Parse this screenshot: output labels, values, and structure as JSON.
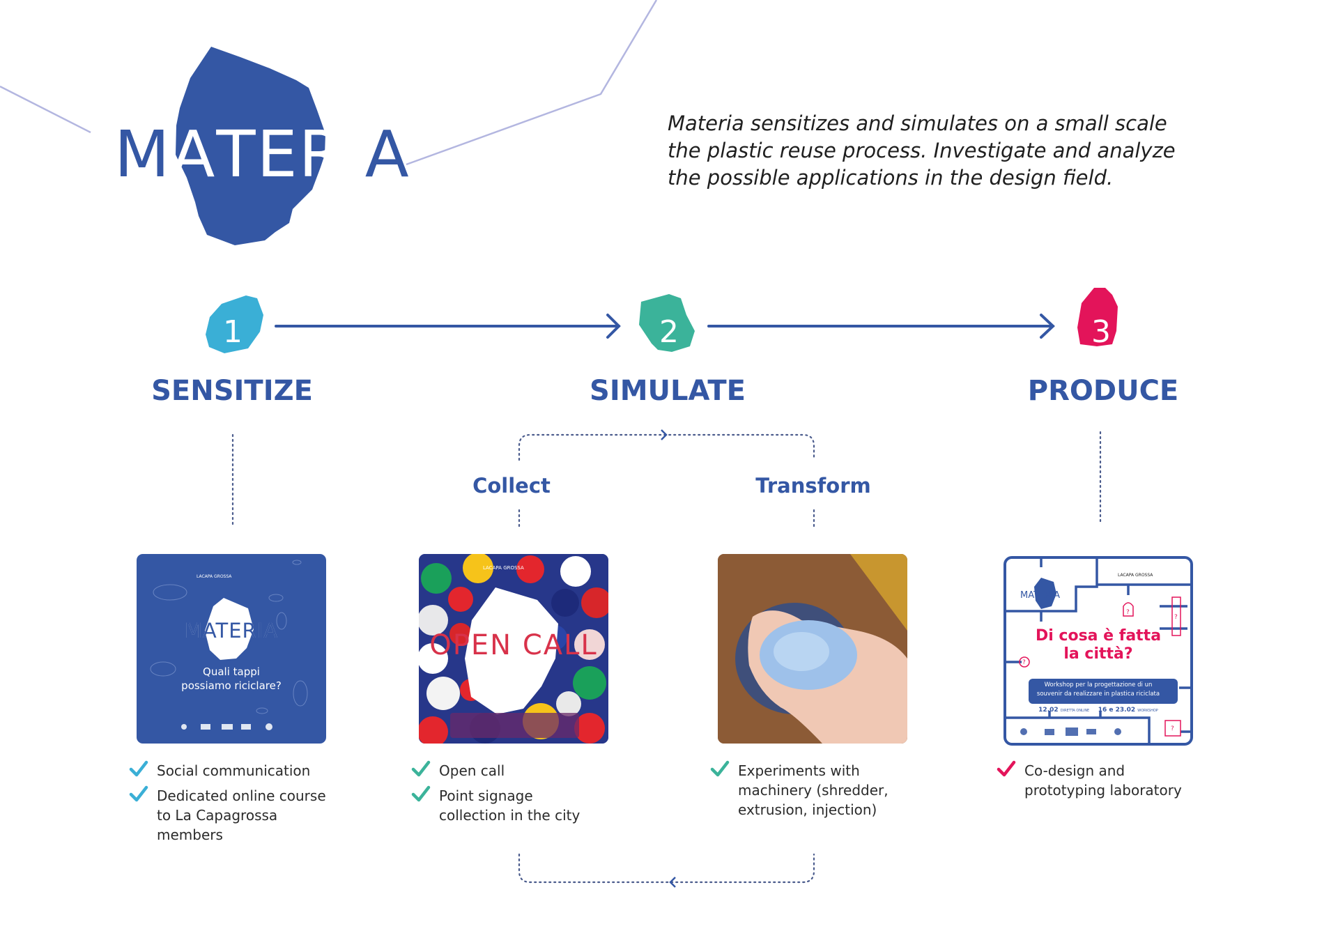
{
  "colors": {
    "brand_blue": "#3457a4",
    "accent_cyan": "#3aafd6",
    "accent_teal": "#3bb39a",
    "accent_pink": "#e3145a",
    "decor_line": "#b3b6e0",
    "text_dark": "#1f1f1f"
  },
  "logo": {
    "text": "MATERIA"
  },
  "tagline": "Materia sensitizes and simulates on a small scale the plastic reuse process. Investigate and analyze the possible applications in the design field.",
  "steps": [
    {
      "number": "1",
      "title": "SENSITIZE",
      "color": "#3aafd6",
      "items": [
        "Social communication",
        "Dedicated online course to La Capagrossa members"
      ]
    },
    {
      "number": "2",
      "title": "SIMULATE",
      "color": "#3bb39a",
      "phases": [
        "Collect",
        "Transform"
      ],
      "collect_items": [
        "Open call",
        "Point signage collection in the city"
      ],
      "transform_items": [
        "Experiments with machinery (shredder, extrusion, injection)"
      ]
    },
    {
      "number": "3",
      "title": "PRODUCE",
      "color": "#e3145a",
      "items": [
        "Co-design and prototyping laboratory"
      ]
    }
  ],
  "cards": {
    "sensitize": {
      "brand": "MATERIA",
      "header": "LACAPA GROSSA",
      "question": "Quali tappi possiamo riciclare?",
      "question_line1": "Quali tappi",
      "question_line2": "possiamo riciclare?"
    },
    "collect": {
      "headline": "OPEN CALL",
      "header": "LACAPA GROSSA"
    },
    "transform": {
      "description": "Hand holding shredded blue plastic flakes"
    },
    "produce": {
      "brand": "MATERIA",
      "header": "LACAPA GROSSA",
      "headline_line1": "Di cosa è fatta",
      "headline_line2": "la città?",
      "banner_line1": "Workshop per la progettazione di un",
      "banner_line2": "souvenir da realizzare in plastica riciclata",
      "date1": "12.02",
      "date1_label": "DIRETTA ONLINE",
      "date2": "16 e 23.02",
      "date2_label": "WORKSHOP",
      "question_mark": "?"
    }
  }
}
